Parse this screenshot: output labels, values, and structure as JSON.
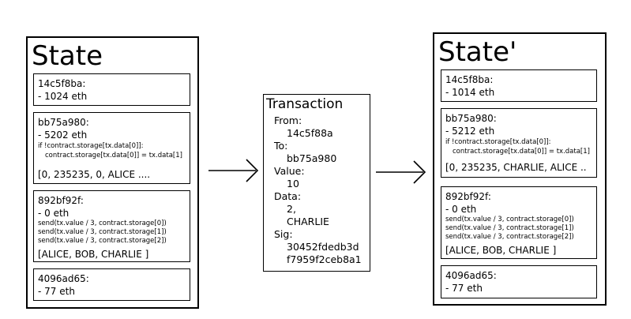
{
  "state_before": {
    "title": "State",
    "accounts": [
      {
        "id": "acct-14c5f8ba",
        "lines": [
          "14c5f8ba:",
          "- 1024 eth"
        ]
      },
      {
        "id": "acct-bb75a980",
        "lines": [
          "bb75a980:",
          "- 5202 eth"
        ],
        "code": [
          "if !contract.storage[tx.data[0]]:",
          "contract.storage[tx.data[0]] = tx.data[1]"
        ],
        "storage": "[0, 235235, 0, ALICE ...."
      },
      {
        "id": "acct-892bf92f",
        "lines": [
          "892bf92f:",
          "- 0 eth"
        ],
        "code": [
          "send(tx.value / 3, contract.storage[0])",
          "send(tx.value / 3, contract.storage[1])",
          "send(tx.value / 3, contract.storage[2])"
        ],
        "storage": "[ALICE, BOB, CHARLIE ]"
      },
      {
        "id": "acct-4096ad65",
        "lines": [
          "4096ad65:",
          "- 77 eth"
        ]
      }
    ]
  },
  "transaction": {
    "title": "Transaction",
    "lines": [
      "From:",
      "14c5f88a",
      "To:",
      "bb75a980",
      "Value:",
      "10",
      "Data:",
      "2,",
      "CHARLIE",
      "Sig:",
      "30452fdedb3d",
      "f7959f2ceb8a1"
    ]
  },
  "state_after": {
    "title": "State'",
    "accounts": [
      {
        "id": "acct-14c5f8ba",
        "lines": [
          "14c5f8ba:",
          "- 1014 eth"
        ]
      },
      {
        "id": "acct-bb75a980",
        "lines": [
          "bb75a980:",
          "- 5212 eth"
        ],
        "code": [
          "if !contract.storage[tx.data[0]]:",
          "contract.storage[tx.data[0]] = tx.data[1]"
        ],
        "storage": "[0, 235235, CHARLIE, ALICE .."
      },
      {
        "id": "acct-892bf92f",
        "lines": [
          "892bf92f:",
          "- 0 eth"
        ],
        "code": [
          "send(tx.value / 3, contract.storage[0])",
          "send(tx.value / 3, contract.storage[1])",
          "send(tx.value / 3, contract.storage[2])"
        ],
        "storage": "[ALICE, BOB, CHARLIE ]"
      },
      {
        "id": "acct-4096ad65",
        "lines": [
          "4096ad65:",
          "- 77 eth"
        ]
      }
    ]
  }
}
